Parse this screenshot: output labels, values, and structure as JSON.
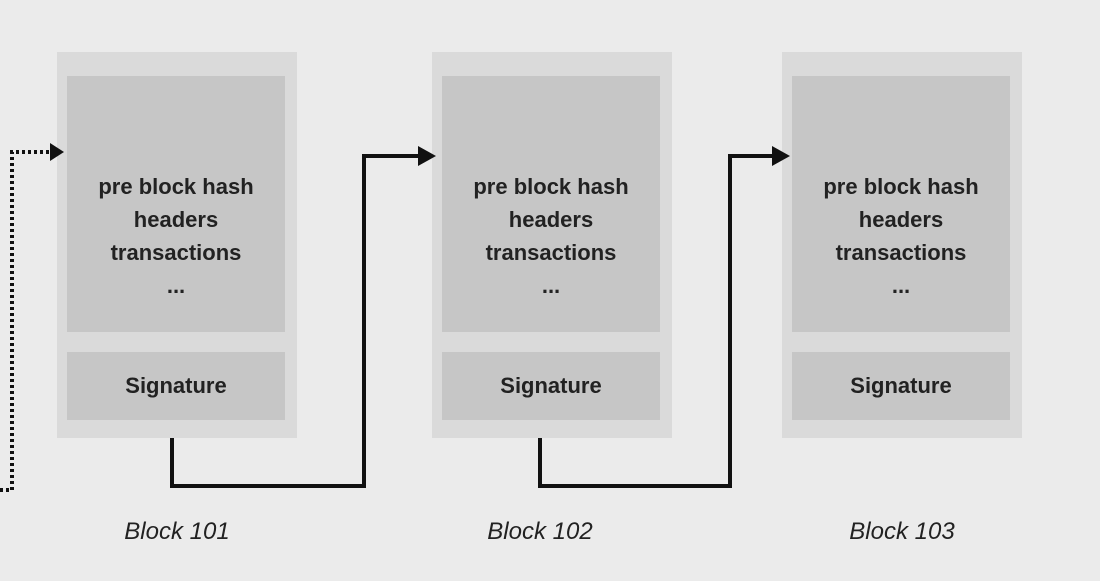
{
  "blocks": [
    {
      "label": "Block 101",
      "lines": [
        "pre block hash",
        "headers",
        "transactions",
        "..."
      ],
      "signature": "Signature"
    },
    {
      "label": "Block 102",
      "lines": [
        "pre block hash",
        "headers",
        "transactions",
        "..."
      ],
      "signature": "Signature"
    },
    {
      "label": "Block 103",
      "lines": [
        "pre block hash",
        "headers",
        "transactions",
        "..."
      ],
      "signature": "Signature"
    }
  ],
  "colors": {
    "background": "#ebebeb",
    "block_outer": "#dadada",
    "block_inner": "#c6c6c6",
    "connector": "#111111"
  }
}
